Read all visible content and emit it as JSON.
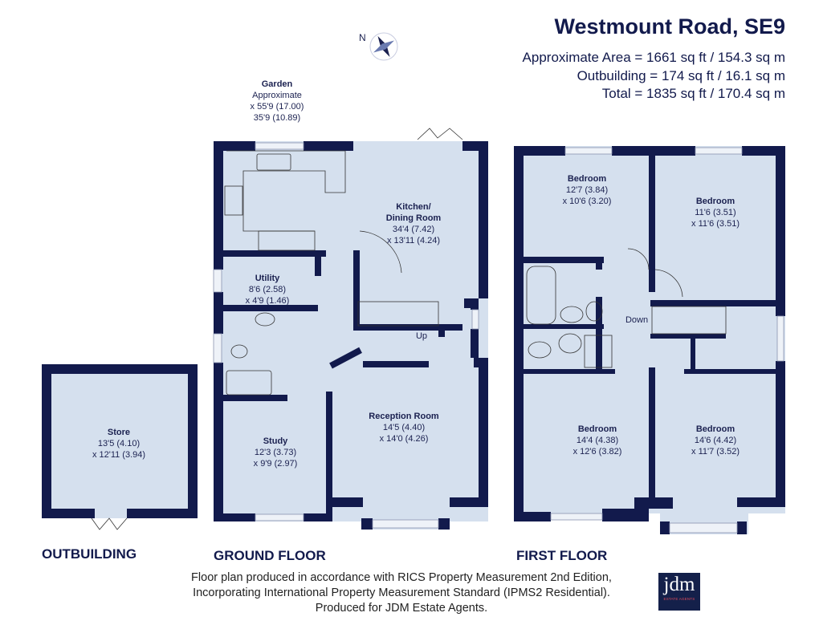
{
  "header": {
    "title": "Westmount Road, SE9",
    "area_lines": [
      "Approximate Area = 1661 sq ft / 154.3 sq m",
      "Outbuilding = 174 sq ft / 16.1 sq m",
      "Total = 1835 sq ft / 170.4 sq m"
    ],
    "compass_label": "N"
  },
  "garden": {
    "name": "Garden",
    "line1": "Approximate",
    "line2": "x 55'9 (17.00)",
    "line3": "35'9 (10.89)"
  },
  "ground_floor": {
    "label": "GROUND FLOOR",
    "rooms": [
      {
        "name": "Kitchen/",
        "name2": "Dining Room",
        "dim1": "34'4 (7.42)",
        "dim2": "x 13'11 (4.24)"
      },
      {
        "name": "Utility",
        "dim1": "8'6 (2.58)",
        "dim2": "x 4'9 (1.46)"
      },
      {
        "name": "Reception Room",
        "dim1": "14'5 (4.40)",
        "dim2": "x 14'0 (4.26)"
      },
      {
        "name": "Study",
        "dim1": "12'3 (3.73)",
        "dim2": "x 9'9 (2.97)"
      }
    ],
    "stairs_label": "Up"
  },
  "first_floor": {
    "label": "FIRST FLOOR",
    "rooms": [
      {
        "name": "Bedroom",
        "dim1": "12'7 (3.84)",
        "dim2": "x 10'6 (3.20)"
      },
      {
        "name": "Bedroom",
        "dim1": "11'6 (3.51)",
        "dim2": "x 11'6 (3.51)"
      },
      {
        "name": "Bedroom",
        "dim1": "14'4 (4.38)",
        "dim2": "x 12'6 (3.82)"
      },
      {
        "name": "Bedroom",
        "dim1": "14'6 (4.42)",
        "dim2": "x 11'7 (3.52)"
      }
    ],
    "stairs_label": "Down"
  },
  "outbuilding": {
    "label": "OUTBUILDING",
    "room": {
      "name": "Store",
      "dim1": "13'5 (4.10)",
      "dim2": "x 12'11 (3.94)"
    }
  },
  "footer": {
    "lines": [
      "Floor plan produced in accordance with RICS Property Measurement 2nd Edition,",
      "Incorporating International Property Measurement Standard (IPMS2 Residential).",
      "Produced for JDM Estate Agents."
    ]
  },
  "logo": {
    "text": "jdm",
    "subtext": "ESTATE AGENTS"
  },
  "colors": {
    "wall": "#121a4c",
    "floor": "#d5e0ee",
    "window": "#eef2f8"
  }
}
